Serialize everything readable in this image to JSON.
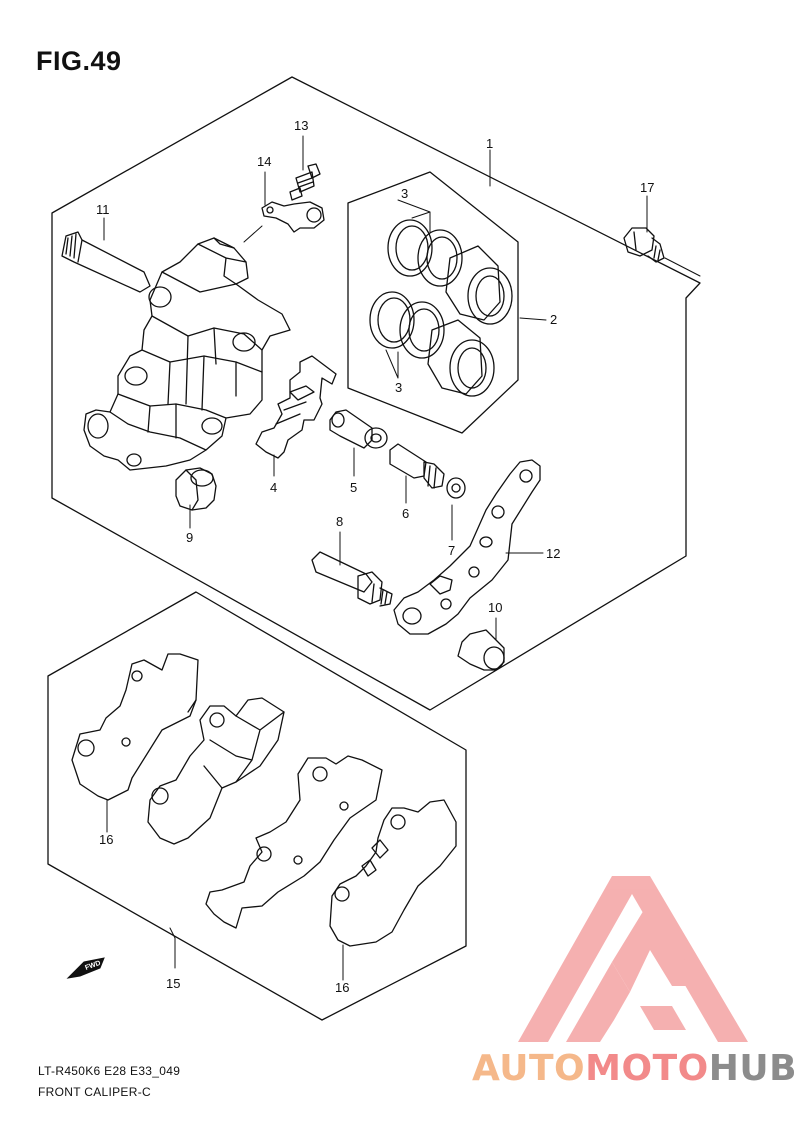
{
  "figure": {
    "title": "FIG.49",
    "model_code": "LT-R450K6 E28 E33_049",
    "section_name": "FRONT CALIPER-C"
  },
  "callouts": [
    "1",
    "2",
    "3",
    "3",
    "4",
    "5",
    "6",
    "7",
    "8",
    "9",
    "10",
    "11",
    "12",
    "13",
    "14",
    "15",
    "16",
    "16",
    "17"
  ],
  "fwd_marker": "FWD",
  "watermark": {
    "part1": "AUTO",
    "part2": "MOTO",
    "part3": "HUB",
    "colors": {
      "part1": "#f5b88a",
      "part2": "#f28a8a",
      "part3": "#8c8c8c",
      "logo": "#f4a3a3"
    }
  }
}
